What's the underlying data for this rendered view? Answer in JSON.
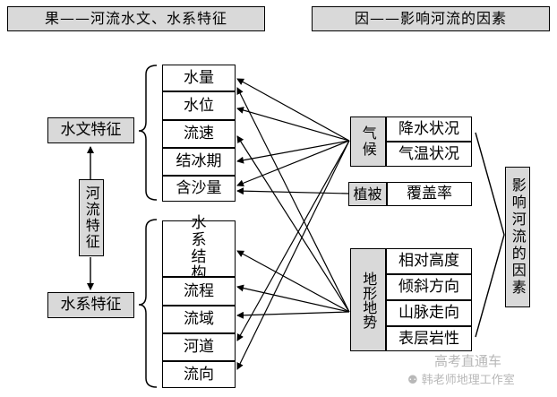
{
  "header": {
    "left_title": "果——河流水文、水系特征",
    "right_title": "因——影响河流的因素"
  },
  "left": {
    "hydrology_label": "水文特征",
    "center_label": "河流特征",
    "system_label": "水系特征"
  },
  "hydrology_items": [
    "水量",
    "水位",
    "流速",
    "结冰期",
    "含沙量"
  ],
  "system_items": [
    "水系结构",
    "流程",
    "流域",
    "河道",
    "流向"
  ],
  "factors": {
    "climate": {
      "label": "气候",
      "items": [
        "降水状况",
        "气温状况"
      ]
    },
    "vegetation": {
      "label": "植被",
      "items": [
        "覆盖率"
      ]
    },
    "terrain": {
      "label": "地形地势",
      "items": [
        "相对高度",
        "倾斜方向",
        "山脉走向",
        "表层岩性"
      ]
    }
  },
  "right_summary": "影响河流的因素",
  "watermark": {
    "line1": "高考直通车",
    "line2": "韩老师地理工作室"
  }
}
